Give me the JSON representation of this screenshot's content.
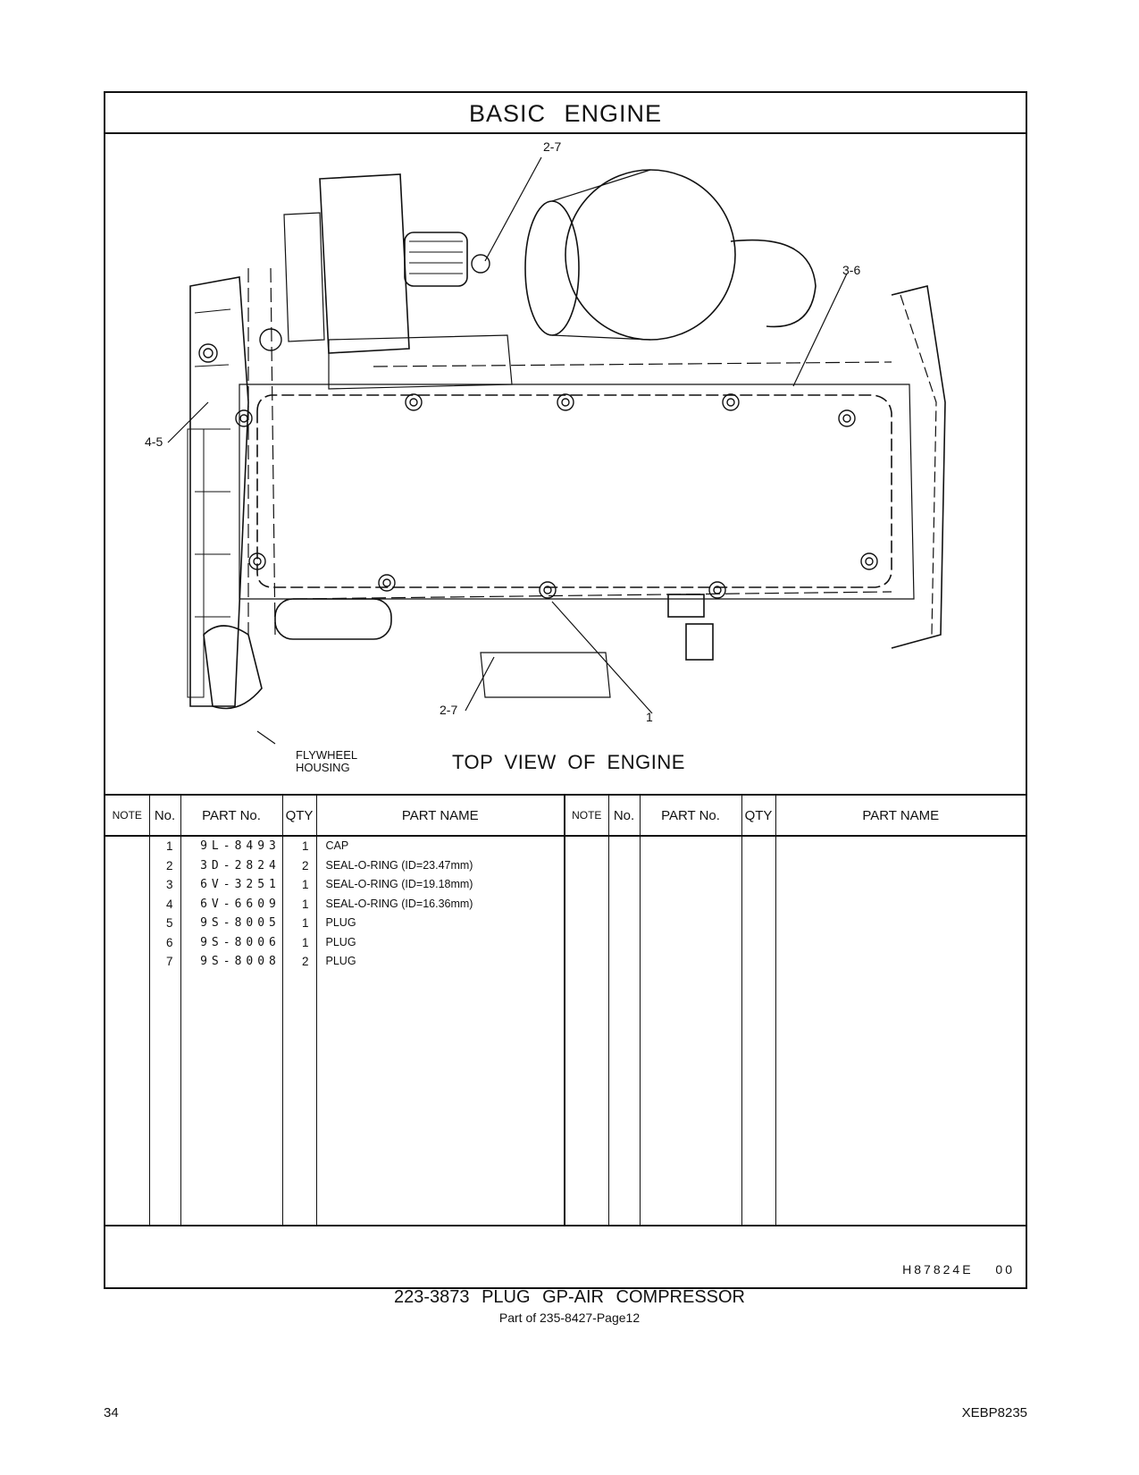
{
  "header": {
    "title": "BASIC ENGINE"
  },
  "illustration": {
    "caption": "TOP VIEW OF ENGINE",
    "flywheel_label_line1": "FLYWHEEL",
    "flywheel_label_line2": "HOUSING",
    "callouts": {
      "c27_top": "2-7",
      "c36": "3-6",
      "c45": "4-5",
      "c27_bottom": "2-7",
      "c1": "1"
    }
  },
  "table": {
    "headers": {
      "note": "NOTE",
      "no": "No.",
      "part_no": "PART No.",
      "qty": "QTY",
      "part_name": "PART NAME"
    },
    "rows": [
      {
        "no": "1",
        "part_no": "9L-8493",
        "qty": "1",
        "name": "CAP"
      },
      {
        "no": "2",
        "part_no": "3D-2824",
        "qty": "2",
        "name": "SEAL-O-RING (ID=23.47mm)"
      },
      {
        "no": "3",
        "part_no": "6V-3251",
        "qty": "1",
        "name": "SEAL-O-RING (ID=19.18mm)"
      },
      {
        "no": "4",
        "part_no": "6V-6609",
        "qty": "1",
        "name": "SEAL-O-RING (ID=16.36mm)"
      },
      {
        "no": "5",
        "part_no": "9S-8005",
        "qty": "1",
        "name": "PLUG"
      },
      {
        "no": "6",
        "part_no": "9S-8006",
        "qty": "1",
        "name": "PLUG"
      },
      {
        "no": "7",
        "part_no": "9S-8008",
        "qty": "2",
        "name": "PLUG"
      }
    ]
  },
  "drawing_id": "H87824E 00",
  "footer": {
    "group_title": "223-3873 PLUG GP-AIR COMPRESSOR",
    "group_subtitle": "Part of 235-8427-Page12",
    "page_number": "34",
    "doc_code": "XEBP8235"
  }
}
